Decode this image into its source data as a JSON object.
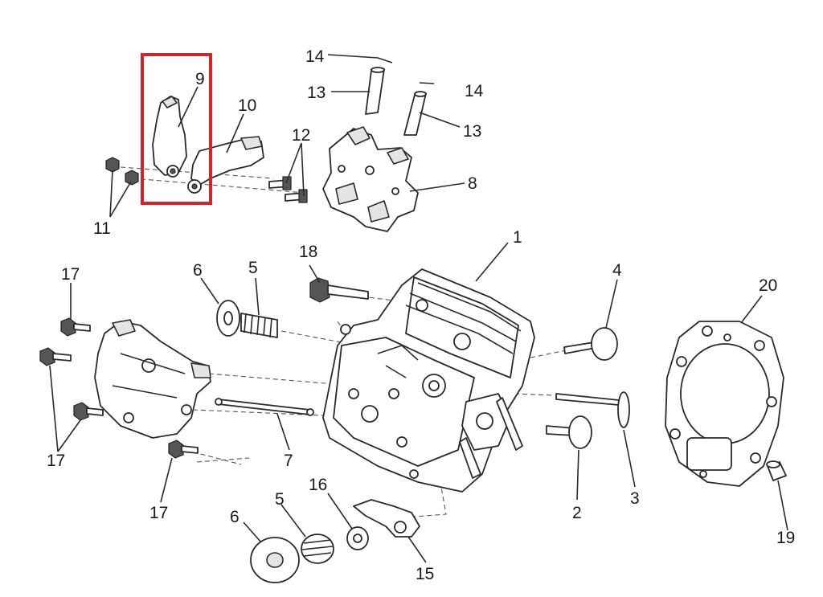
{
  "highlight_color": "#d0252b",
  "callouts": [
    {
      "id": "1",
      "text": "1"
    },
    {
      "id": "2",
      "text": "2"
    },
    {
      "id": "3",
      "text": "3"
    },
    {
      "id": "4",
      "text": "4"
    },
    {
      "id": "5a",
      "text": "5"
    },
    {
      "id": "5b",
      "text": "5"
    },
    {
      "id": "6a",
      "text": "6"
    },
    {
      "id": "6b",
      "text": "6"
    },
    {
      "id": "7",
      "text": "7"
    },
    {
      "id": "8",
      "text": "8"
    },
    {
      "id": "9",
      "text": "9"
    },
    {
      "id": "10",
      "text": "10"
    },
    {
      "id": "11",
      "text": "11"
    },
    {
      "id": "12",
      "text": "12"
    },
    {
      "id": "13a",
      "text": "13"
    },
    {
      "id": "13b",
      "text": "13"
    },
    {
      "id": "14a",
      "text": "14"
    },
    {
      "id": "14b",
      "text": "14"
    },
    {
      "id": "15",
      "text": "15"
    },
    {
      "id": "16",
      "text": "16"
    },
    {
      "id": "17a",
      "text": "17"
    },
    {
      "id": "17b",
      "text": "17"
    },
    {
      "id": "17c",
      "text": "17"
    },
    {
      "id": "18",
      "text": "18"
    },
    {
      "id": "19",
      "text": "19"
    },
    {
      "id": "20",
      "text": "20"
    }
  ]
}
